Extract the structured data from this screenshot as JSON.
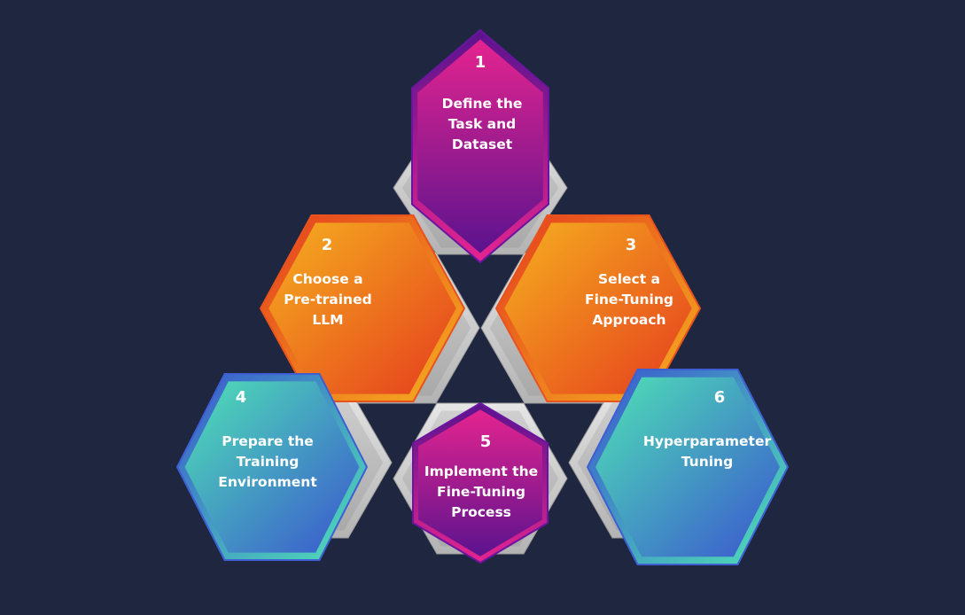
{
  "steps": [
    {
      "num": "1",
      "lines": [
        "Define the",
        "Task and",
        "Dataset"
      ]
    },
    {
      "num": "2",
      "lines": [
        "Choose a",
        "Pre-trained",
        "LLM"
      ]
    },
    {
      "num": "3",
      "lines": [
        "Select a",
        "Fine-Tuning",
        "Approach"
      ]
    },
    {
      "num": "4",
      "lines": [
        "Prepare the",
        "Training",
        "Environment"
      ]
    },
    {
      "num": "5",
      "lines": [
        "Implement the",
        "Fine-Tuning",
        "Process"
      ]
    },
    {
      "num": "6",
      "lines": [
        "Hyperparameter",
        "Tuning"
      ]
    }
  ],
  "colors": {
    "background": "#1f2740",
    "magenta_top": "#e4248f",
    "magenta_bottom": "#5b138e",
    "orange_light": "#f5b01f",
    "orange_dark": "#e53d1e",
    "teal": "#4fe3b5",
    "blue": "#3a55cf",
    "grey_base": "#c9c9c9"
  }
}
